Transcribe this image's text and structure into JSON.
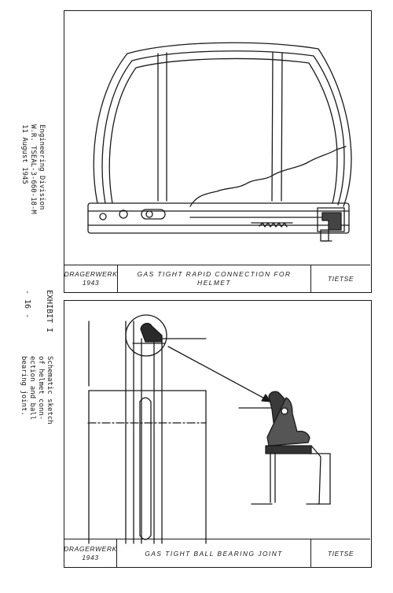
{
  "side_caption": {
    "line1": "Engineering Division",
    "line2": "W.R. TSEAL-3-660-18-M",
    "line3": "11 August 1945"
  },
  "exhibit": {
    "label": "EXHIBIT I",
    "page_number": "- 16 -"
  },
  "description": {
    "line1": "Schematic sketch",
    "line2": "of helmet conn-",
    "line3": "ection and ball",
    "line4": "bearing joint."
  },
  "top_panel": {
    "maker": "DRAGERWERK",
    "year": "1943",
    "title_line1": "GAS TIGHT RAPID CONNECTION FOR",
    "title_line2": "HELMET",
    "drafter": "TIETSE"
  },
  "bottom_panel": {
    "maker": "DRAGERWERK",
    "year": "1943",
    "title": "GAS TIGHT BALL BEARING JOINT",
    "drafter": "TIETSE"
  }
}
